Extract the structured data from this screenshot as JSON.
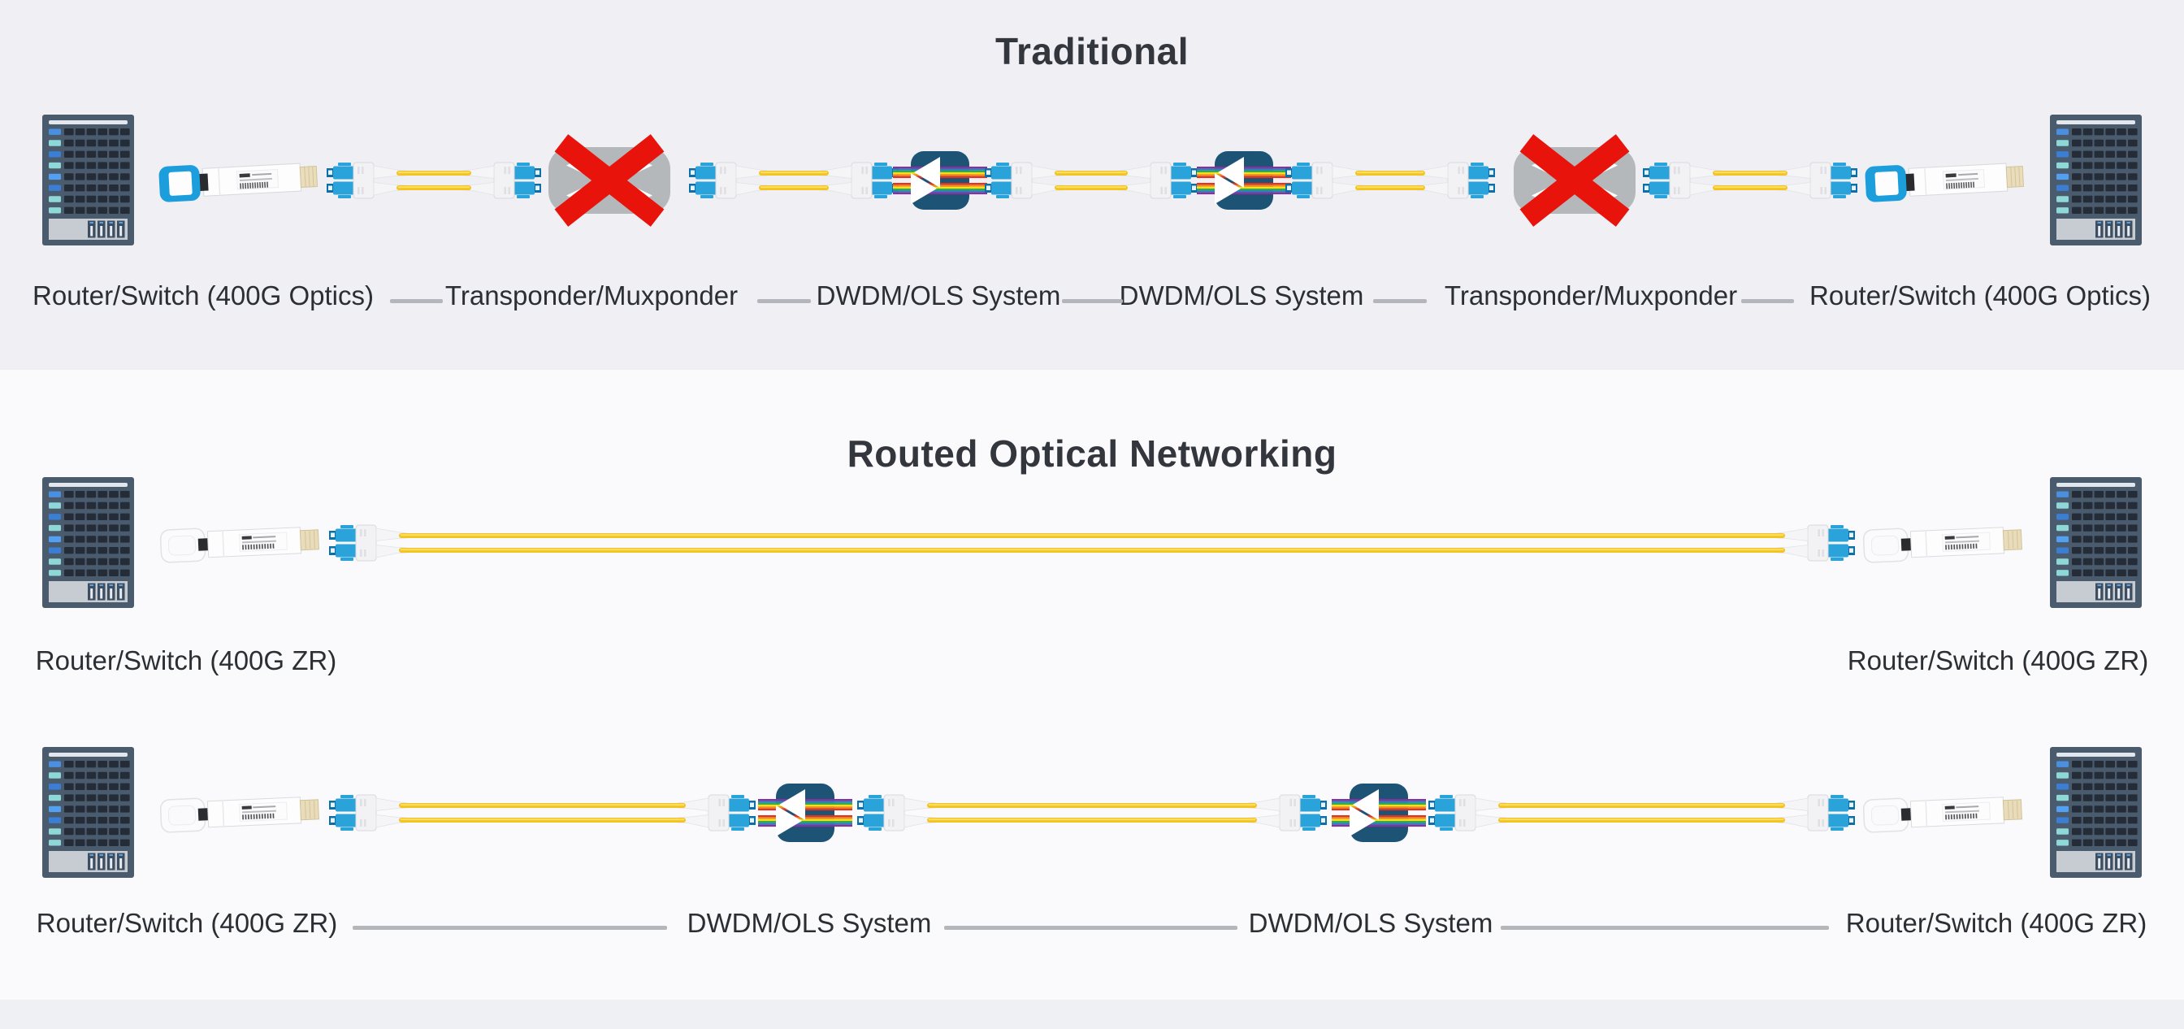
{
  "s1": {
    "title": "Traditional",
    "labels": [
      "Router/Switch (400G Optics)",
      "Transponder/Muxponder",
      "DWDM/OLS System",
      "DWDM/OLS System",
      "Transponder/Muxponder",
      "Router/Switch (400G Optics)"
    ]
  },
  "s2": {
    "title": "Routed Optical Networking",
    "row_a_labels": [
      "Router/Switch (400G ZR)",
      "Router/Switch (400G ZR)"
    ],
    "row_b_labels": [
      "Router/Switch (400G ZR)",
      "DWDM/OLS System",
      "DWDM/OLS System",
      "Router/Switch (400G ZR)"
    ]
  },
  "colors": {
    "section1_bg": "#efeff4",
    "section2_bg": "#fafafd",
    "title_text": "#33373d",
    "label_text": "#2b2f34",
    "connector_line": "#b4b6bc",
    "fiber_yellow": "#f4c41e",
    "red_x": "#e8140c",
    "dwdm_blue": "#1d5476",
    "router_body": "#4a5b6d",
    "lc_connector_blue": "#2aa3db",
    "transceiver_clip_blue": "#1d9edc",
    "transponder_gray": "#b5b8bb"
  },
  "icons": {
    "router_switch": "router-switch-chassis-icon",
    "transceiver_400g": "qsfp-transceiver-icon",
    "transceiver_400g_zr": "qsfp-dd-zr-transceiver-icon",
    "fiber_cable": "lc-duplex-fiber-cable",
    "transponder_disabled": "transponder-red-x-icon",
    "dwdm_mux": "dwdm-mux-demux-icon"
  }
}
